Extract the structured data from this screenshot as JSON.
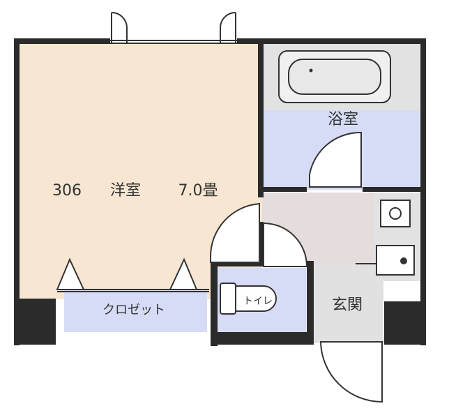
{
  "rooms": {
    "main_room": {
      "number": "306",
      "name": "洋室",
      "size": "7.0畳"
    },
    "bathroom": {
      "label": "浴室"
    },
    "closet": {
      "label": "クロゼット"
    },
    "toilet": {
      "label": "トイレ"
    },
    "entrance": {
      "label": "玄関"
    }
  },
  "colors": {
    "wall": "#2b2b2b",
    "western_room": "#f6e6d2",
    "wet_area": "#d6dcf6",
    "hallway": "#e5dcdc",
    "entrance": "#e1e1e1",
    "fixture": "#e2e2e2"
  }
}
